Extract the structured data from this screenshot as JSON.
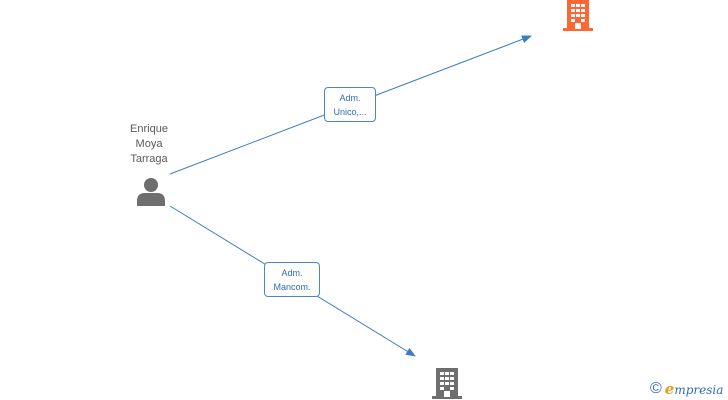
{
  "person": {
    "name_lines": [
      "Enrique",
      "Moya",
      "Tarraga"
    ],
    "icon": "person-icon"
  },
  "companies": [
    {
      "id": "company-top",
      "icon": "building-icon",
      "color": "#ff6633"
    },
    {
      "id": "company-bottom",
      "icon": "building-icon",
      "color": "#6e6e6e"
    }
  ],
  "edges": [
    {
      "from": "person",
      "to": "company-top",
      "label_lines": [
        "Adm.",
        "Unico,..."
      ]
    },
    {
      "from": "person",
      "to": "company-bottom",
      "label_lines": [
        "Adm.",
        "Mancom."
      ]
    }
  ],
  "colors": {
    "edge": "#3b7cc4",
    "label_border": "#4a86c8",
    "label_text": "#2f6db5",
    "person_icon": "#6e6e6e",
    "name_text": "#5a5a5a"
  },
  "watermark": {
    "copyright_symbol": "©",
    "brand_initial": "e",
    "brand_rest": "mpresia",
    "initial_color": "#e89b1c",
    "text_color": "#2f6db5"
  }
}
